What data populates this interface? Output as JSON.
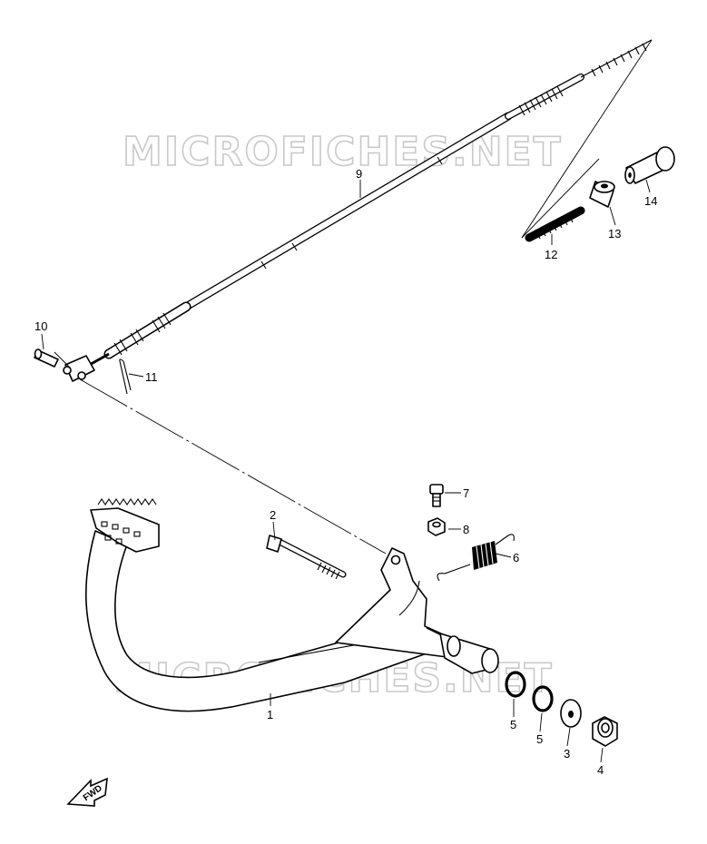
{
  "watermark": {
    "text": "MICROFICHES.NET"
  },
  "fwd_arrow": {
    "text": "FWD"
  },
  "callouts": {
    "c1": "1",
    "c2": "2",
    "c3": "3",
    "c4": "4",
    "c5a": "5",
    "c5b": "5",
    "c6": "6",
    "c7": "7",
    "c8": "8",
    "c9": "9",
    "c10": "10",
    "c11": "11",
    "c12": "12",
    "c13": "13",
    "c14": "14"
  }
}
